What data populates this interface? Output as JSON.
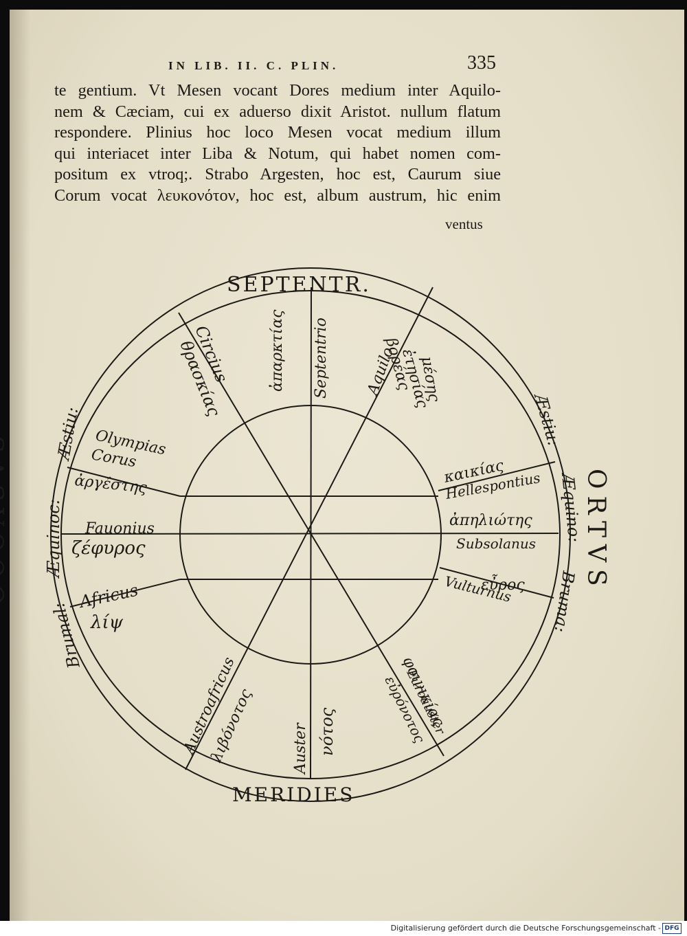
{
  "header": {
    "running_title": "IN LIB. II. C. PLIN.",
    "page_number": "335"
  },
  "body": {
    "lines": [
      "te gentium. Vt Mesen vocant Dores medium inter Aquilo-",
      "nem & Cæciam, cui ex aduerso dixit Aristot. nullum flatum",
      "respondere. Plinius hoc loco Mesen vocat medium illum",
      "qui interiacet inter Liba & Notum, qui habet nomen com-",
      "positum ex vtroq;. Strabo Argesten, hoc est, Caurum siue",
      "Corum vocat λευκονότον, hoc est, album austrum, hic enim"
    ],
    "catchword": "ventus"
  },
  "diagram": {
    "cardinals": {
      "north": "SEPTENTR.",
      "south": "MERIDIES",
      "east": "ORTVS",
      "west": "OCCASVS"
    },
    "ring_labels": {
      "east_upper": "Æstiu:",
      "east_mid": "Æquino:",
      "east_lower": "Bruma:",
      "west_upper": "Æstiu:",
      "west_mid": "Æquinoc:",
      "west_lower": "Brumal:"
    },
    "winds": {
      "circius": "Circius",
      "circius_gr": "θρασκίας",
      "aparktias": "ἀπαρκτίας",
      "septentrio": "Septentrio",
      "aquilo": "Aquilo",
      "boreas": "βορέας",
      "etesias": "ἐτησίας",
      "meses": "μέσης",
      "olympias": "Olympias",
      "corus": "Corus",
      "argestes": "ἀργέστης",
      "favonius": "Fauonius",
      "zephyros": "ζέφυρος",
      "africus": "Africus",
      "lips": "λίψ",
      "kaikias": "καικίας",
      "hellespontius": "Hellespontius",
      "apeliotes": "ἀπηλιώτης",
      "subsolanus": "Subsolanus",
      "euros": "εὖρος",
      "vulturnus": "Vulturnus",
      "austroafricus": "Austroafricus",
      "libonotos": "λιβόνοτος",
      "auster": "Auster",
      "notos": "νότος",
      "phoinikias": "φοινικίας",
      "euroauster": "Euroauster",
      "euronotos": "εὐρόνοτος"
    }
  },
  "footer": {
    "credit": "Digitalisierung gefördert durch die Deutsche Forschungsgemeinschaft -",
    "logo": "DFG"
  }
}
